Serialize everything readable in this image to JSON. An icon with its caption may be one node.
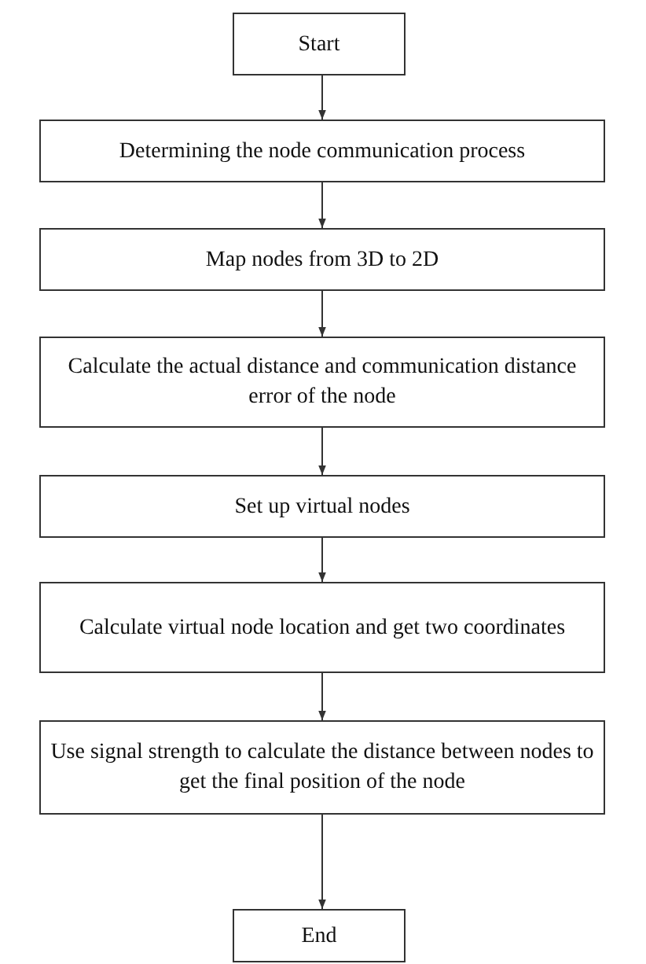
{
  "diagram": {
    "nodes": [
      {
        "text": [
          "Start"
        ]
      },
      {
        "text": [
          "Determining the node communication process"
        ]
      },
      {
        "text": [
          "Map nodes from 3D to 2D"
        ]
      },
      {
        "text": [
          "Calculate the actual distance and communication distance error of the node"
        ]
      },
      {
        "text": [
          "Set up virtual nodes"
        ]
      },
      {
        "text": [
          "Calculate virtual node location and get two coordinates"
        ]
      },
      {
        "text": [
          "Use signal strength to calculate the distance between nodes to get the final position of the node"
        ]
      },
      {
        "text": [
          "End"
        ]
      }
    ],
    "edges": [
      {
        "from": 0,
        "to": 1,
        "arrow": "to"
      },
      {
        "from": 1,
        "to": 2,
        "arrow": "to"
      },
      {
        "from": 2,
        "to": 3,
        "arrow": "to"
      },
      {
        "from": 3,
        "to": 4,
        "arrow": "to"
      },
      {
        "from": 4,
        "to": 5,
        "arrow": "to"
      },
      {
        "from": 5,
        "to": 6,
        "arrow": "to"
      },
      {
        "from": 6,
        "to": 7,
        "arrow": "to"
      }
    ]
  }
}
